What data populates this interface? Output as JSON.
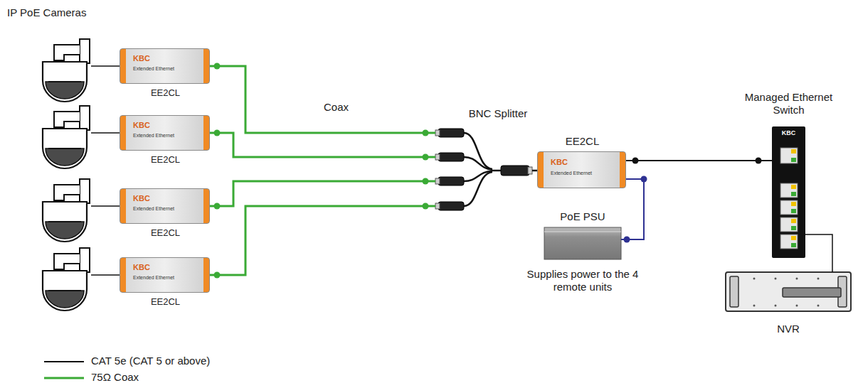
{
  "diagram": {
    "title": "IP PoE Cameras",
    "nodes": [
      {
        "text": [
          "KBC",
          "Extended Ethernet",
          "EE2CL"
        ]
      },
      {
        "text": [
          "KBC",
          "Extended Ethernet",
          "EE2CL"
        ]
      },
      {
        "text": [
          "KBC",
          "Extended Ethernet",
          "EE2CL"
        ]
      },
      {
        "text": [
          "KBC",
          "Extended Ethernet",
          "EE2CL"
        ]
      },
      {
        "text": [
          "BNC Splitter"
        ]
      },
      {
        "text": [
          "EE2CL",
          "KBC",
          "Extended Ethernet"
        ]
      },
      {
        "text": [
          "PoE PSU",
          "Supplies power to the 4 remote units"
        ]
      },
      {
        "text": [
          "Managed Ethernet Switch",
          "KBC"
        ]
      },
      {
        "text": [
          "NVR"
        ]
      }
    ],
    "edges": [
      {
        "from": 0,
        "to": 4,
        "arrow": "none"
      },
      {
        "from": 1,
        "to": 4,
        "arrow": "none"
      },
      {
        "from": 2,
        "to": 4,
        "arrow": "none"
      },
      {
        "from": 3,
        "to": 4,
        "arrow": "none"
      },
      {
        "from": 4,
        "to": 5,
        "arrow": "none"
      },
      {
        "from": 5,
        "to": 7,
        "arrow": "none"
      },
      {
        "from": 6,
        "to": 5,
        "arrow": "none"
      },
      {
        "from": 7,
        "to": 8,
        "arrow": "none"
      }
    ],
    "labels": [
      "Coax"
    ],
    "legend": [
      {
        "text": "CAT 5e (CAT 5 or above)"
      },
      {
        "text": "75Ω Coax"
      }
    ]
  }
}
